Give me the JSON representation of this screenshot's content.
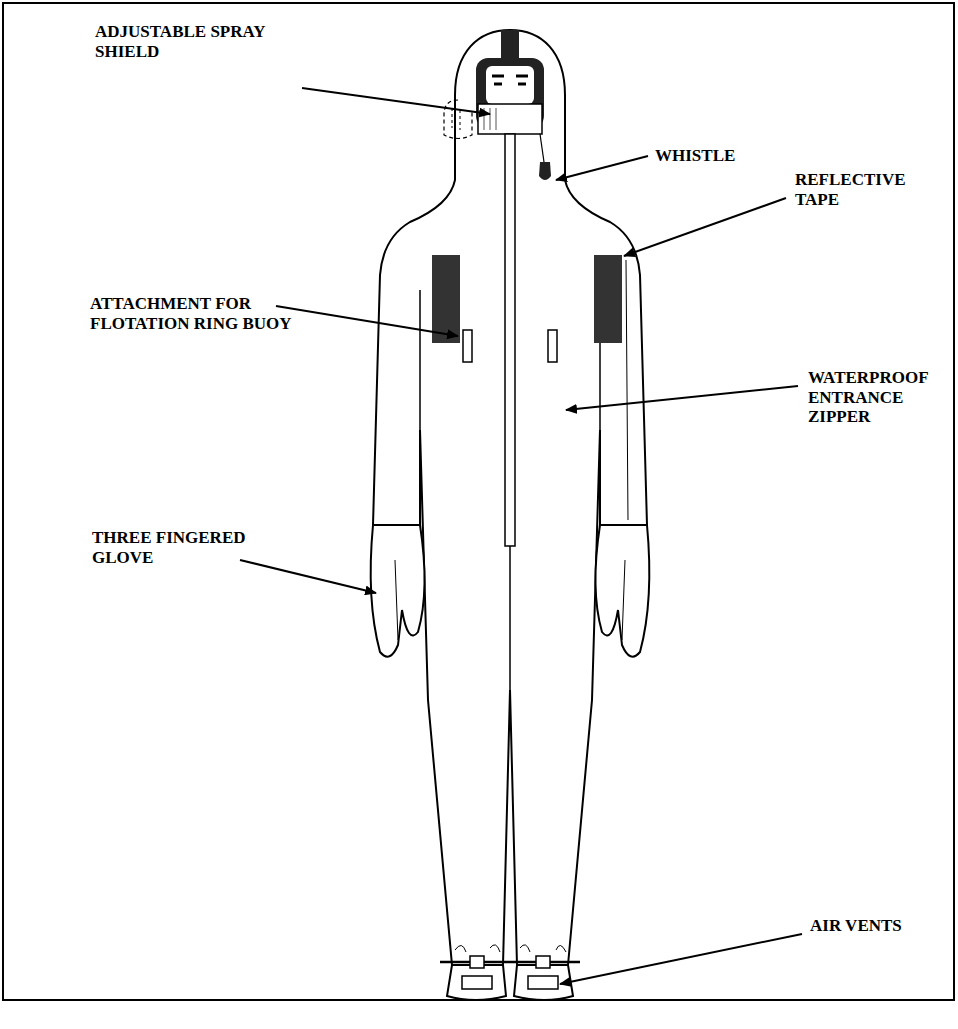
{
  "diagram": {
    "labels": [
      "ADJUSTABLE SPRAY SHIELD",
      "WHISTLE",
      "REFLECTIVE TAPE",
      "ATTACHMENT FOR FLOTATION RING BUOY",
      "WATERPROOF ENTRANCE ZIPPER",
      "THREE FINGERED GLOVE",
      "AIR VENTS"
    ]
  }
}
